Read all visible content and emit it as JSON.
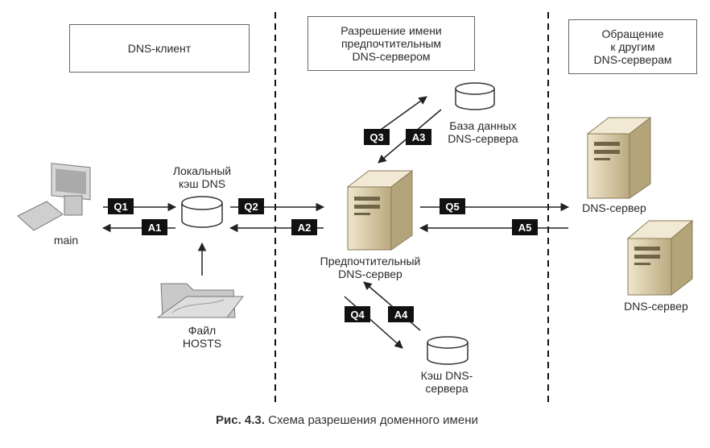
{
  "headers": {
    "client": "DNS-клиент",
    "resolution": [
      "Разрешение имени",
      "предпочтительным",
      "DNS-сервером"
    ],
    "other": [
      "Обращение",
      "к другим",
      "DNS-серверам"
    ]
  },
  "labels": {
    "main": "main",
    "local_cache": [
      "Локальный",
      "кэш DNS"
    ],
    "hosts": [
      "Файл",
      "HOSTS"
    ],
    "preferred": [
      "Предпочтительный",
      "DNS-сервер"
    ],
    "database": [
      "База данных",
      "DNS-сервера"
    ],
    "server_cache": [
      "Кэш DNS-",
      "сервера"
    ],
    "dns_server_1": "DNS-сервер",
    "dns_server_2": "DNS-сервер"
  },
  "tags": {
    "q1": "Q1",
    "a1": "A1",
    "q2": "Q2",
    "a2": "A2",
    "q3": "Q3",
    "a3": "A3",
    "q4": "Q4",
    "a4": "A4",
    "q5": "Q5",
    "a5": "A5"
  },
  "caption": {
    "prefix": "Рис. 4.3.",
    "text": "Схема разрешения доменного имени"
  },
  "colors": {
    "ink": "#222222",
    "server": "#d8cba8",
    "tag": "#111111"
  }
}
